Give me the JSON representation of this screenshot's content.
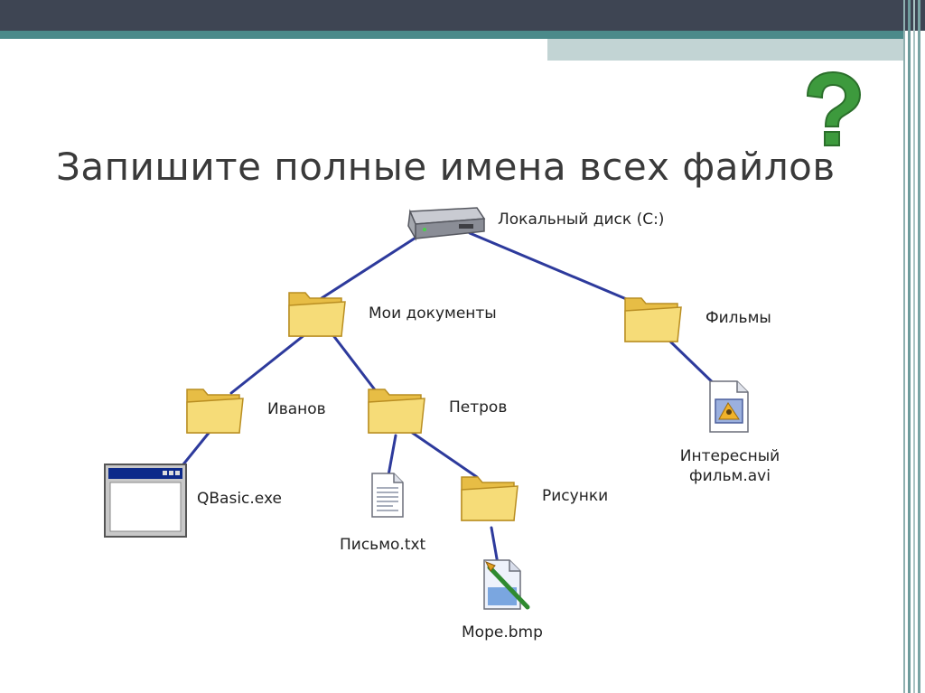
{
  "slide": {
    "title": "Запишите полные имена всех файлов",
    "question_icon": "question-mark-icon",
    "colors": {
      "topbar": "#3e4553",
      "teal": "#4b8a8a",
      "title_text": "#3a3a3a",
      "question_mark": "#3d9a3d",
      "connector": "#2d3a9c",
      "folder": "#f3d56a"
    }
  },
  "tree": {
    "root": {
      "label": "Локальный диск (С:)",
      "icon": "hard-drive-icon"
    },
    "folders": {
      "my_documents": {
        "label": "Мои документы",
        "icon": "folder-icon"
      },
      "films": {
        "label": "Фильмы",
        "icon": "folder-icon"
      },
      "ivanov": {
        "label": "Иванов",
        "icon": "folder-icon"
      },
      "petrov": {
        "label": "Петров",
        "icon": "folder-icon"
      },
      "pictures": {
        "label": "Рисунки",
        "icon": "folder-icon"
      }
    },
    "files": {
      "qbasic": {
        "label": "QBasic.exe",
        "icon": "application-window-icon"
      },
      "letter": {
        "label": "Письмо.txt",
        "icon": "text-document-icon"
      },
      "sea": {
        "label": "Море.bmp",
        "icon": "paint-image-icon"
      },
      "movie": {
        "label_line1": "Интересный",
        "label_line2": "фильм.avi",
        "icon": "video-file-icon"
      }
    }
  }
}
